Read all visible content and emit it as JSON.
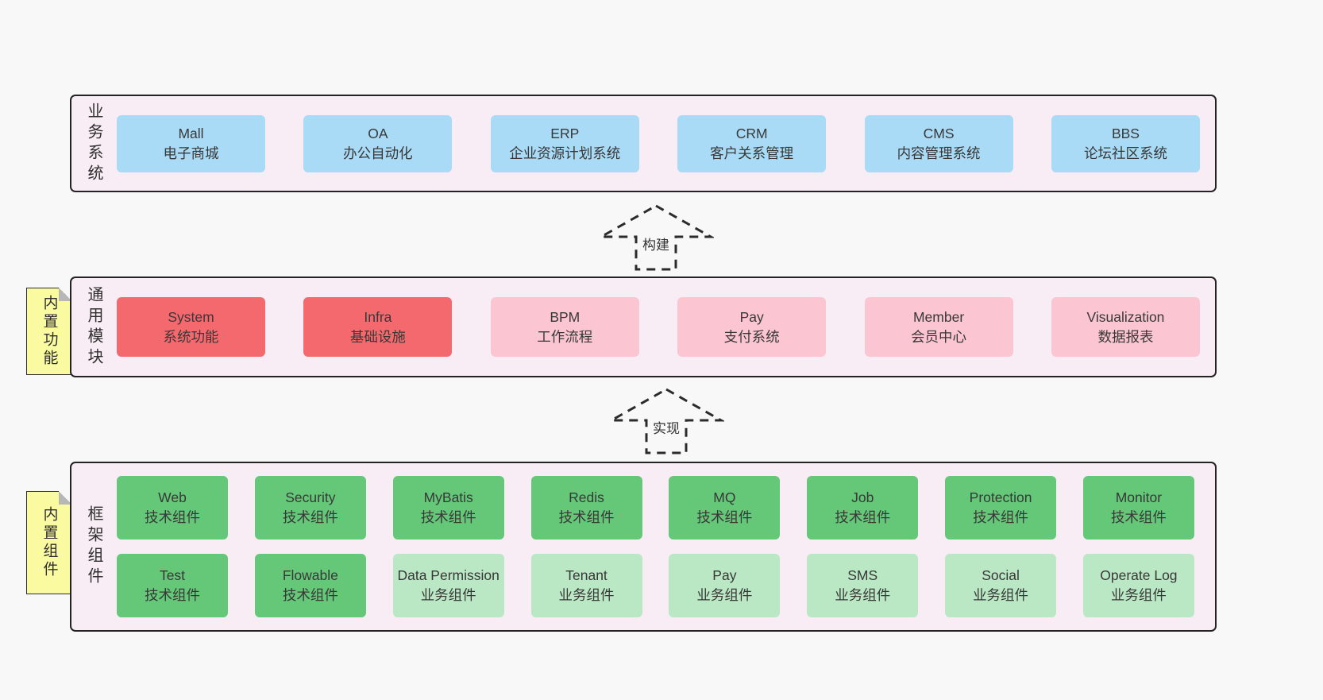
{
  "colors": {
    "page_background": "#f8f8f8",
    "container_fill": "#f8edf5",
    "container_border": "#232323",
    "node_blue": "#a9dbf7",
    "node_red": "#f4696e",
    "node_pink": "#fbc6d2",
    "node_green_dark": "#64c878",
    "node_green_light": "#bae8c4",
    "sticky_yellow": "#fafaa1",
    "text": "#383838"
  },
  "arrows": [
    {
      "label": "构建",
      "icon": "dashed-up-arrow-icon",
      "direction": "up"
    },
    {
      "label": "实现",
      "icon": "dashed-up-arrow-icon",
      "direction": "up"
    }
  ],
  "layers": {
    "business": {
      "side_label": "业务系统",
      "boxes": [
        {
          "title": "Mall",
          "subtitle": "电子商城",
          "variant": "blue"
        },
        {
          "title": "OA",
          "subtitle": "办公自动化",
          "variant": "blue"
        },
        {
          "title": "ERP",
          "subtitle": "企业资源计划系统",
          "variant": "blue"
        },
        {
          "title": "CRM",
          "subtitle": "客户关系管理",
          "variant": "blue"
        },
        {
          "title": "CMS",
          "subtitle": "内容管理系统",
          "variant": "blue"
        },
        {
          "title": "BBS",
          "subtitle": "论坛社区系统",
          "variant": "blue"
        }
      ]
    },
    "modules": {
      "side_label": "通用模块",
      "sticky_label": "内置功能",
      "boxes": [
        {
          "title": "System",
          "subtitle": "系统功能",
          "variant": "red"
        },
        {
          "title": "Infra",
          "subtitle": "基础设施",
          "variant": "red"
        },
        {
          "title": "BPM",
          "subtitle": "工作流程",
          "variant": "pink"
        },
        {
          "title": "Pay",
          "subtitle": "支付系统",
          "variant": "pink"
        },
        {
          "title": "Member",
          "subtitle": "会员中心",
          "variant": "pink"
        },
        {
          "title": "Visualization",
          "subtitle": "数据报表",
          "variant": "pink"
        }
      ]
    },
    "framework": {
      "side_label": "框架组件",
      "sticky_label": "内置组件",
      "row1": [
        {
          "title": "Web",
          "subtitle": "技术组件",
          "variant": "green-dark"
        },
        {
          "title": "Security",
          "subtitle": "技术组件",
          "variant": "green-dark"
        },
        {
          "title": "MyBatis",
          "subtitle": "技术组件",
          "variant": "green-dark"
        },
        {
          "title": "Redis",
          "subtitle": "技术组件",
          "variant": "green-dark"
        },
        {
          "title": "MQ",
          "subtitle": "技术组件",
          "variant": "green-dark"
        },
        {
          "title": "Job",
          "subtitle": "技术组件",
          "variant": "green-dark"
        },
        {
          "title": "Protection",
          "subtitle": "技术组件",
          "variant": "green-dark"
        },
        {
          "title": "Monitor",
          "subtitle": "技术组件",
          "variant": "green-dark"
        }
      ],
      "row2": [
        {
          "title": "Test",
          "subtitle": "技术组件",
          "variant": "green-dark"
        },
        {
          "title": "Flowable",
          "subtitle": "技术组件",
          "variant": "green-dark"
        },
        {
          "title": "Data Permission",
          "subtitle": "业务组件",
          "variant": "green-light"
        },
        {
          "title": "Tenant",
          "subtitle": "业务组件",
          "variant": "green-light"
        },
        {
          "title": "Pay",
          "subtitle": "业务组件",
          "variant": "green-light"
        },
        {
          "title": "SMS",
          "subtitle": "业务组件",
          "variant": "green-light"
        },
        {
          "title": "Social",
          "subtitle": "业务组件",
          "variant": "green-light"
        },
        {
          "title": "Operate Log",
          "subtitle": "业务组件",
          "variant": "green-light"
        }
      ]
    }
  }
}
